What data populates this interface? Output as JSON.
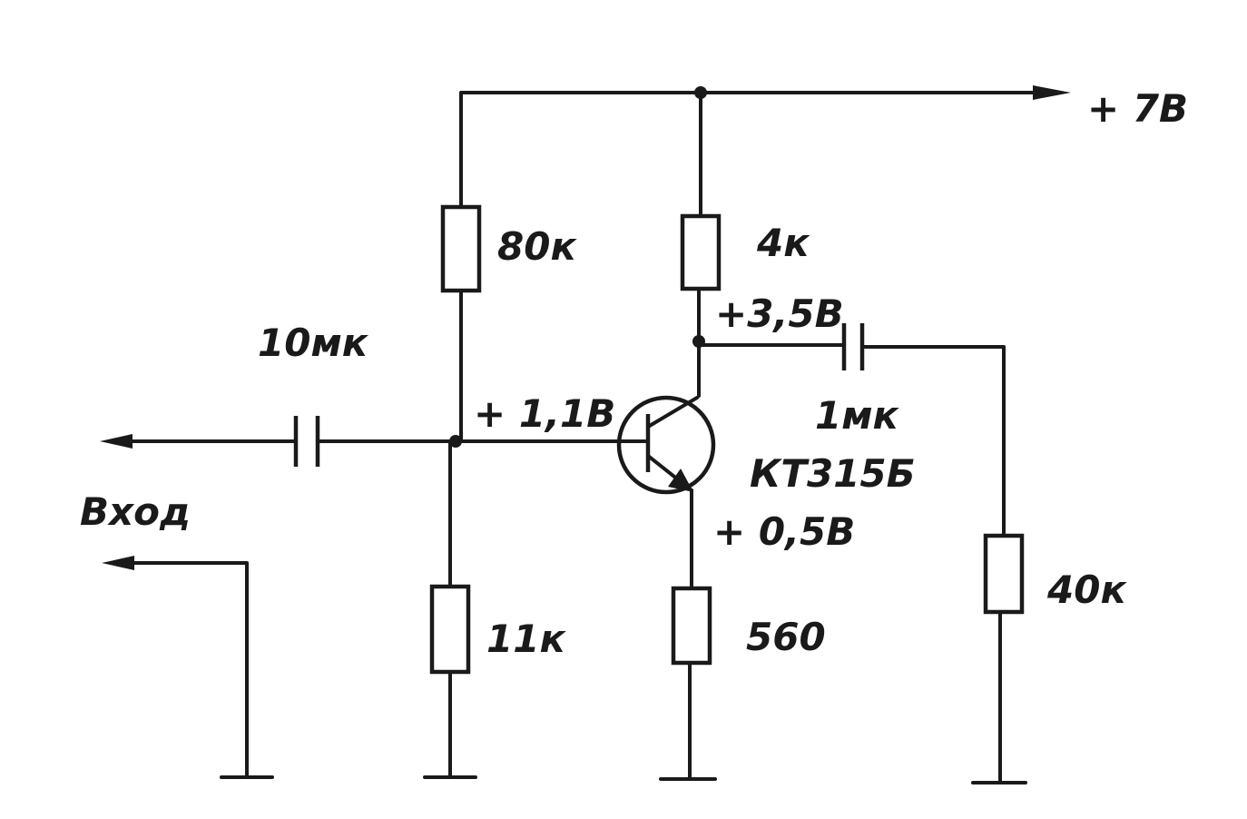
{
  "supply": {
    "label": "+ 7В"
  },
  "resistors": {
    "r_bias_top": "80к",
    "r_collector": "4к",
    "r_bias_bottom": "11к",
    "r_emitter": "560",
    "r_load": "40к"
  },
  "capacitors": {
    "c_input": "10мк",
    "c_output": "1мк"
  },
  "transistor": {
    "type": "КТ315Б"
  },
  "voltages": {
    "base": "+ 1,1В",
    "collector": "+3,5В",
    "emitter": "+ 0,5В"
  },
  "input": {
    "label": "Вход"
  }
}
